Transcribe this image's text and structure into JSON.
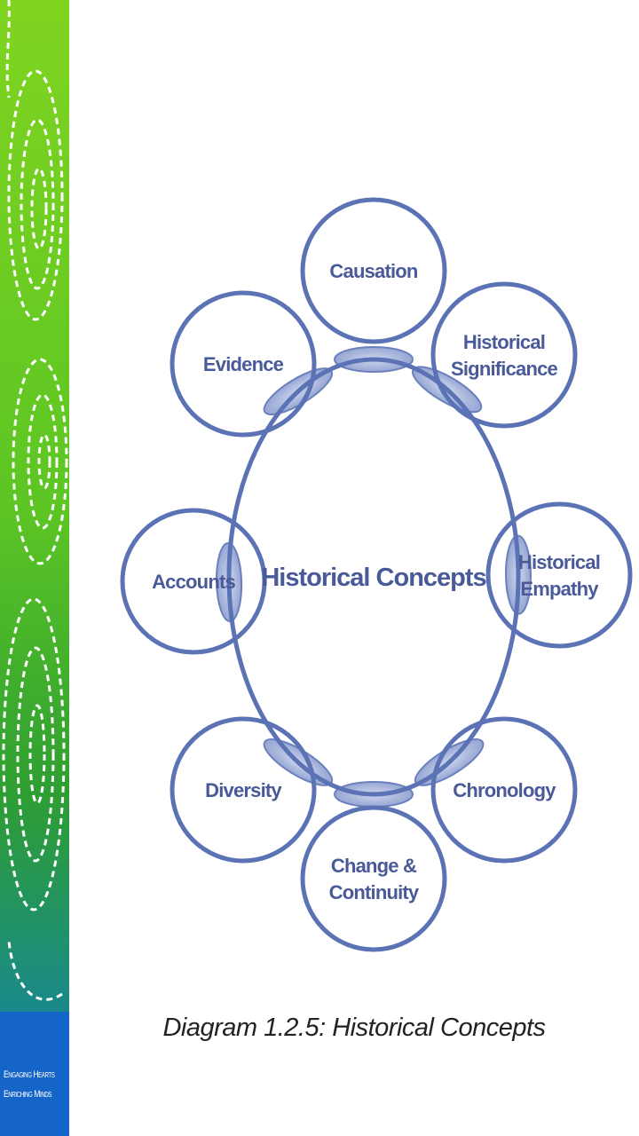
{
  "sidebar": {
    "tagline_line1": "Engaging Hearts",
    "tagline_line2": "Enriching Minds",
    "colors": {
      "green_top": "#7fd321",
      "green_mid": "#3aa52a",
      "teal_bottom": "#1a8a86",
      "blue": "#1565c8"
    },
    "decoration": "white-dashed-spirals"
  },
  "diagram": {
    "center": "Historical Concepts",
    "nodes": [
      {
        "id": "causation",
        "lines": [
          "Causation"
        ]
      },
      {
        "id": "historical-significance",
        "lines": [
          "Historical",
          "Significance"
        ]
      },
      {
        "id": "historical-empathy",
        "lines": [
          "Historical",
          "Empathy"
        ]
      },
      {
        "id": "chronology",
        "lines": [
          "Chronology"
        ]
      },
      {
        "id": "change-continuity",
        "lines": [
          "Change &",
          "Continuity"
        ]
      },
      {
        "id": "diversity",
        "lines": [
          "Diversity"
        ]
      },
      {
        "id": "accounts",
        "lines": [
          "Accounts"
        ]
      },
      {
        "id": "evidence",
        "lines": [
          "Evidence"
        ]
      }
    ],
    "colors": {
      "stroke": "#5b73b5",
      "text": "#4a5a99",
      "overlap": "#7f93c9"
    }
  },
  "caption": "Diagram 1.2.5: Historical Concepts"
}
